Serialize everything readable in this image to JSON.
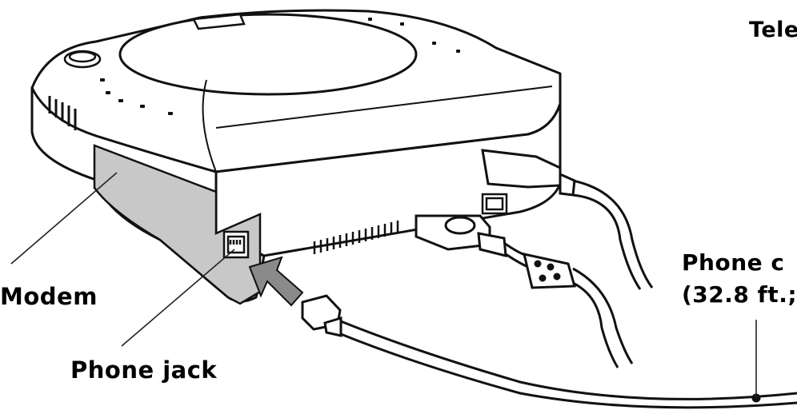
{
  "labels": {
    "telephone": "Tele",
    "phone_cord_line1": "Phone c",
    "phone_cord_line2": "(32.8 ft.;",
    "modem": "Modem",
    "phone_jack": "Phone jack"
  },
  "colors": {
    "line": "#111111",
    "modem_fill": "#c8c8c8",
    "arrow_fill": "#8a8a8a",
    "body_fill": "#ffffff"
  }
}
